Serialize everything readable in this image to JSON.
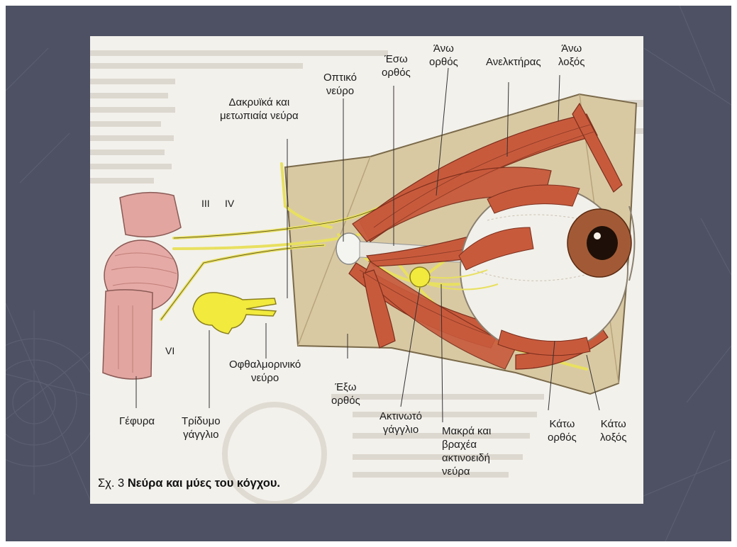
{
  "caption": {
    "prefix": "Σχ. 3",
    "title": "Νεύρα και μύες του κόγχου."
  },
  "labels": {
    "lacrimal_frontal": [
      "Δακρυϊκά και",
      "μετωπιαία νεύρα"
    ],
    "optic_nerve": [
      "Οπτικό",
      "νεύρο"
    ],
    "medial_rectus": [
      "Έσω",
      "ορθός"
    ],
    "superior_rectus": [
      "Άνω",
      "ορθός"
    ],
    "levator": "Ανελκτήρας",
    "superior_oblique": [
      "Άνω",
      "λοξός"
    ],
    "nerve_III": "III",
    "nerve_IV": "IV",
    "nerve_VI": "VI",
    "ophthalmic_nerve": [
      "Οφθαλμορινικό",
      "νεύρο"
    ],
    "lateral_rectus": [
      "Έξω",
      "ορθός"
    ],
    "ciliary_ganglion": [
      "Ακτινωτό",
      "γάγγλιο"
    ],
    "ciliary_nerves": [
      "Μακρά και",
      "βραχέα",
      "ακτινοειδή",
      "νεύρα"
    ],
    "inferior_rectus": [
      "Κάτω",
      "ορθός"
    ],
    "inferior_oblique": [
      "Κάτω",
      "λοξός"
    ],
    "pons": "Γέφυρα",
    "trigeminal_ganglion": [
      "Τρίδυμο",
      "γάγγλιο"
    ]
  },
  "colors": {
    "slide_background": "#4d5163",
    "muscle": "#c85a3c",
    "nerve": "#e8e060",
    "orbit": "#d9c9a3",
    "brainstem": "#e2a5a0"
  }
}
